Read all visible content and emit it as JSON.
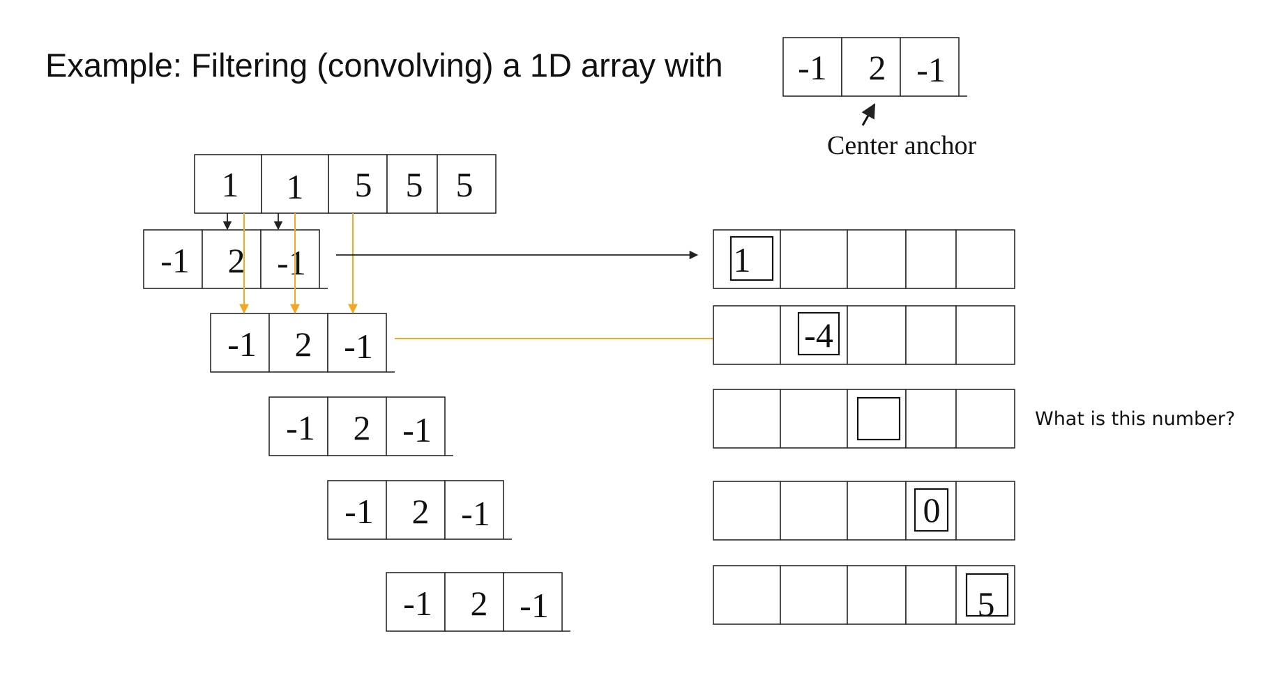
{
  "title": "Example: Filtering (convolving) a 1D array with",
  "kernel": [
    "-1",
    "2",
    "-1"
  ],
  "anchor_label": "Center anchor",
  "input_array": [
    "1",
    "1",
    "5",
    "5",
    "5"
  ],
  "outputs": [
    "1",
    "-4",
    "",
    "0",
    "5"
  ],
  "question": "What is this number?",
  "colors": {
    "ink": "#111111",
    "orange_arrow": "#f5a623",
    "black_arrow": "#222222"
  }
}
